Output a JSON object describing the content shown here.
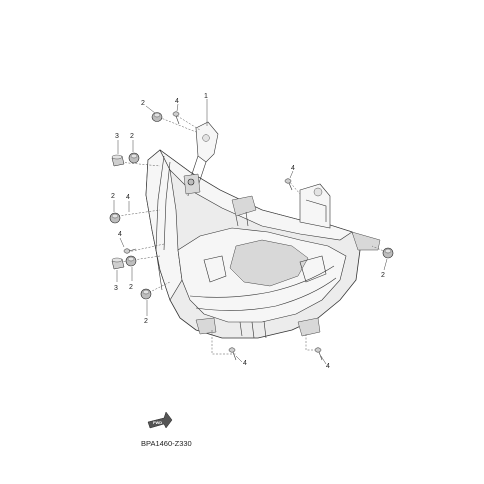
{
  "callouts": {
    "c1": "1",
    "c2_top": "2",
    "c2_left_upper": "2",
    "c2_left_mid": "2",
    "c2_left_lower": "2",
    "c2_right": "2",
    "c3_upper": "3",
    "c3_lower": "3",
    "c4_top": "4",
    "c4_mid_right": "4",
    "c4_left": "4",
    "c4_bottom_left": "4",
    "c4_bottom_right": "4"
  },
  "fwd_badge": "FWD",
  "part_code": "BPA1460-Z330",
  "colors": {
    "line": "#333333",
    "fill": "#ececec"
  }
}
